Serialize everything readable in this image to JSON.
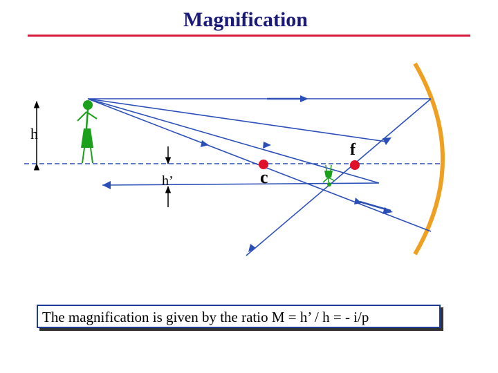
{
  "title": "Magnification",
  "labels": {
    "object_height": "h",
    "image_height": "h’",
    "focal_point": "f",
    "center_of_curvature": "c"
  },
  "caption": "The magnification is given by the ratio M = h’ / h = - i/p",
  "colors": {
    "title": "#1a1a7a",
    "title_rule": "#d81a3c",
    "rays": "#2b4fb8",
    "mirror": "#f0a020",
    "points": "#e0102a",
    "object_figure": "#1aa01a",
    "caption_border": "#1c3c98"
  }
}
